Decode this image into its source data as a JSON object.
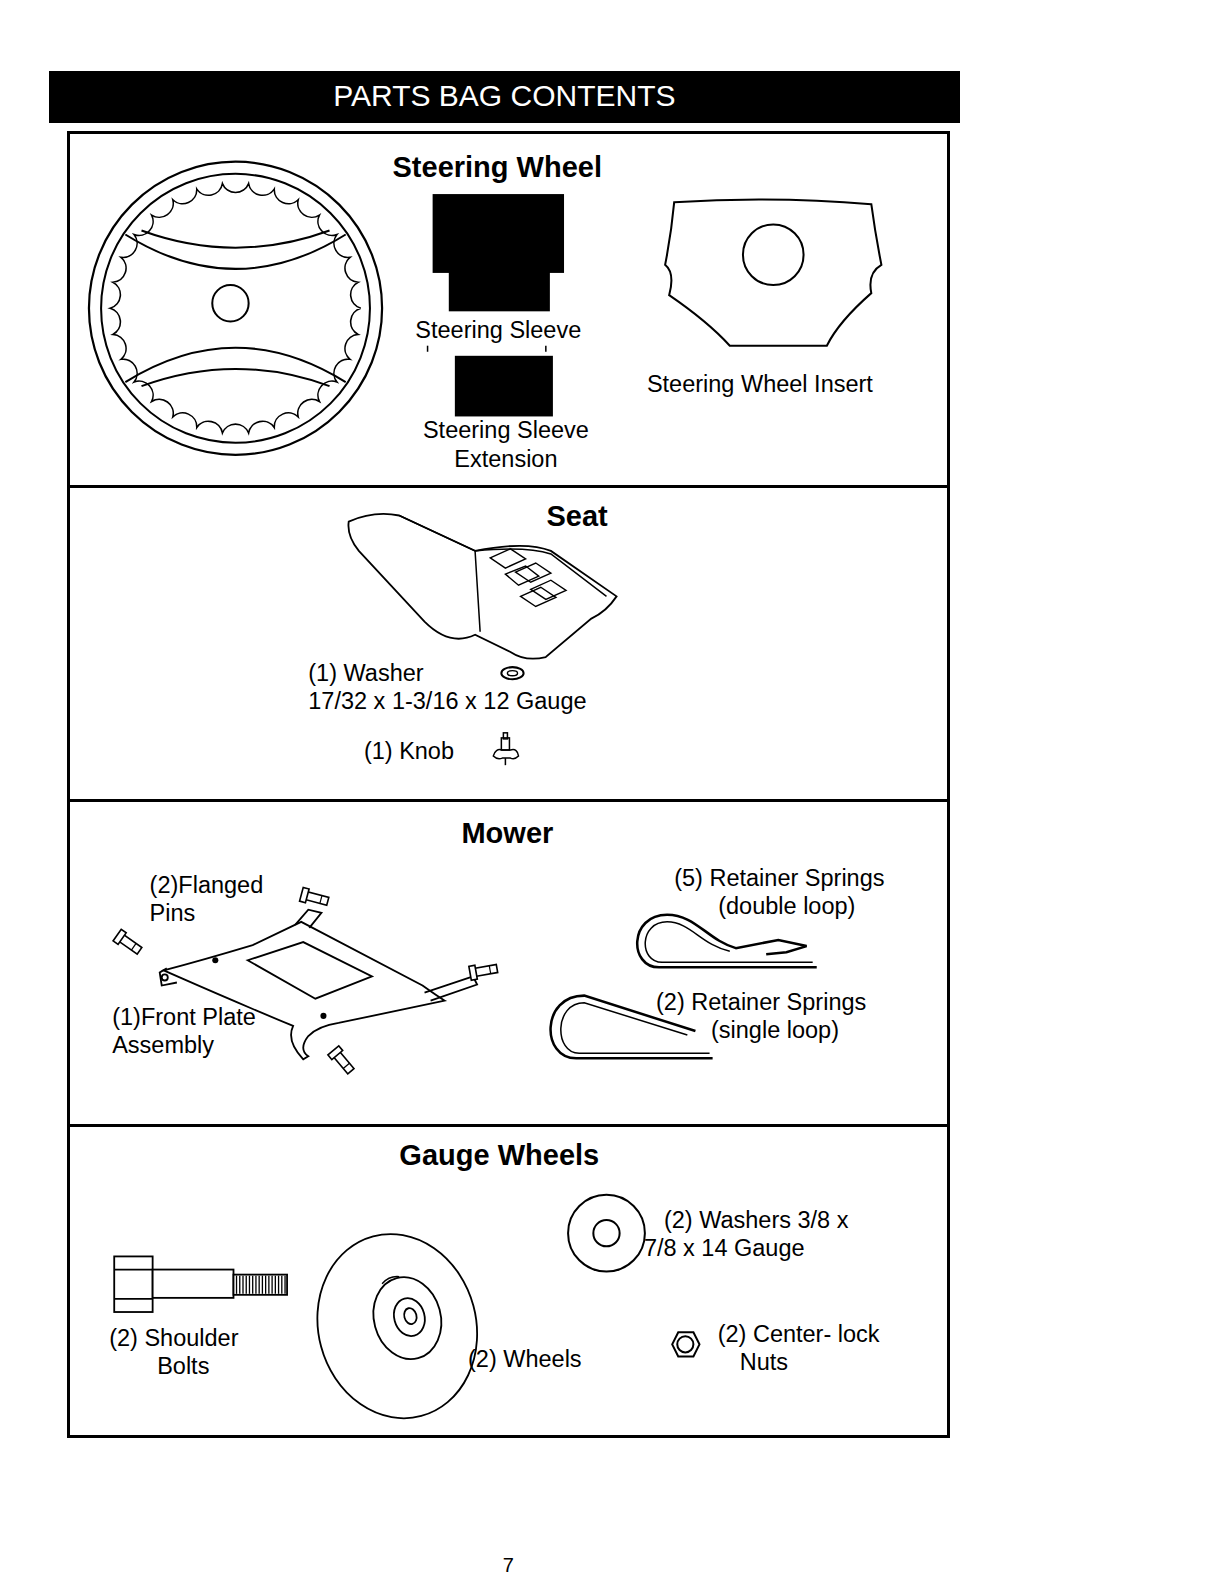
{
  "diagram": {
    "title": "PARTS BAG CONTENTS",
    "nodes": [
      {
        "text": [
          "Steering Wheel"
        ]
      },
      {
        "text": [
          "Seat"
        ]
      },
      {
        "text": [
          "Mower"
        ]
      },
      {
        "text": [
          "Gauge Wheels"
        ]
      }
    ],
    "labels": [
      "Steering Sleeve",
      "Steering Sleeve Extension",
      "Steering Wheel Insert",
      "(1) Washer",
      "17/32 x 1-3/16 x 12 Gauge",
      "(1) Knob",
      "(2)Flanged Pins",
      "(1)Front Plate Assembly",
      "(5) Retainer Springs (double loop)",
      "(2) Retainer Springs (single loop)",
      "(2) Shoulder Bolts",
      "(2) Wheels",
      "(2) Washers 3/8 x 7/8 x 14 Gauge",
      "(2) Center- lock Nuts",
      "7"
    ]
  }
}
